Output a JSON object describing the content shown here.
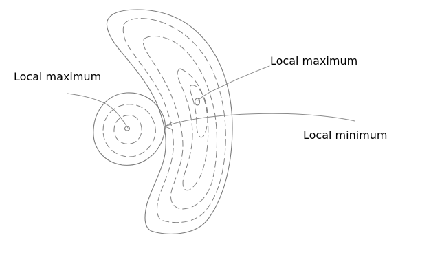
{
  "labels": {
    "left_maximum": "Local maximum",
    "right_maximum": "Local maximum",
    "minimum": "Local minimum"
  },
  "colors": {
    "background": "#ffffff",
    "stroke": "#808080",
    "text": "#000000"
  }
}
